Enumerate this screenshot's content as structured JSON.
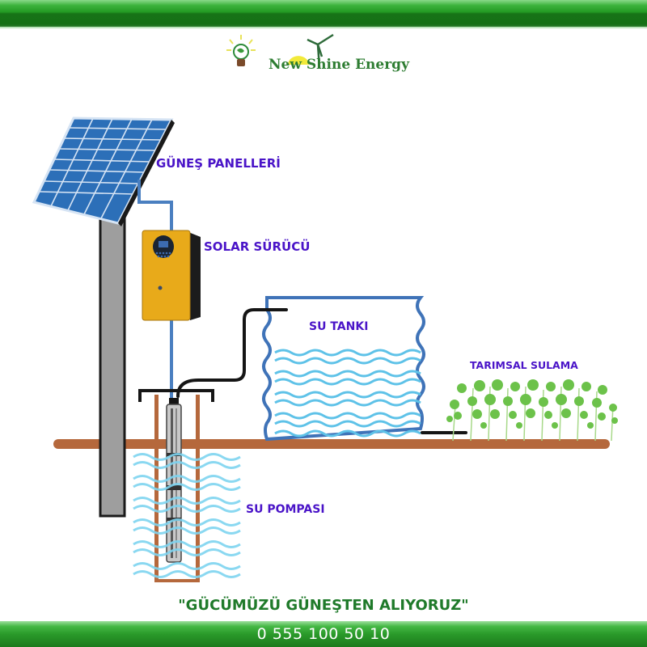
{
  "brand": {
    "name": "New Shine Energy",
    "primary_color": "#2e7d32",
    "label_color": "#4a14c8"
  },
  "diagram": {
    "labels": {
      "solar_panels": "GÜNEŞ PANELLERİ",
      "solar_driver": "SOLAR SÜRÜCÜ",
      "water_tank": "SU TANKI",
      "agricultural_irrigation": "TARIMSAL SULAMA",
      "water_pump": "SU POMPASI"
    },
    "icons": [
      "light-bulb-icon",
      "wind-turbine-icon",
      "sun-icon",
      "solar-panel-icon",
      "solar-inverter-icon",
      "water-tank-icon",
      "submersible-pump-icon",
      "plants-icon"
    ]
  },
  "footer": {
    "slogan": "\"GÜCÜMÜZÜ GÜNEŞTEN ALIYORUZ\"",
    "phone": "0 555 100 50 10"
  }
}
